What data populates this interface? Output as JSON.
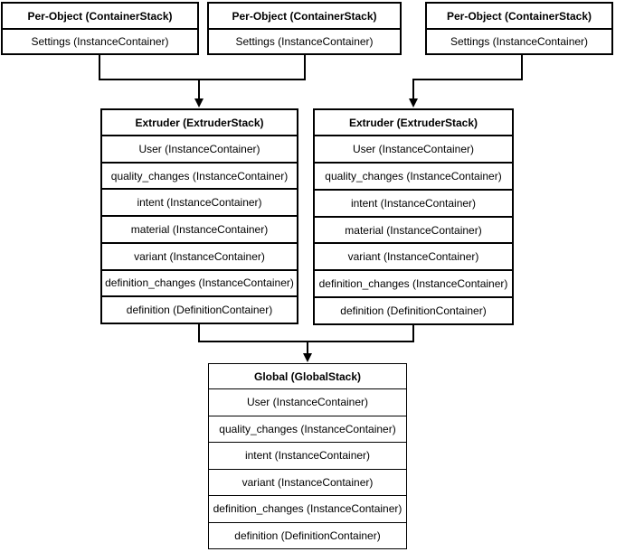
{
  "boxes": {
    "per_object_1": {
      "title": "Per-Object (ContainerStack)",
      "rows": [
        "Settings (InstanceContainer)"
      ]
    },
    "per_object_2": {
      "title": "Per-Object (ContainerStack)",
      "rows": [
        "Settings (InstanceContainer)"
      ]
    },
    "per_object_3": {
      "title": "Per-Object (ContainerStack)",
      "rows": [
        "Settings (InstanceContainer)"
      ]
    },
    "extruder_1": {
      "title": "Extruder (ExtruderStack)",
      "rows": [
        "User (InstanceContainer)",
        "quality_changes (InstanceContainer)",
        "intent (InstanceContainer)",
        "material (InstanceContainer)",
        "variant (InstanceContainer)",
        "definition_changes (InstanceContainer)",
        "definition (DefinitionContainer)"
      ]
    },
    "extruder_2": {
      "title": "Extruder (ExtruderStack)",
      "rows": [
        "User (InstanceContainer)",
        "quality_changes (InstanceContainer)",
        "intent (InstanceContainer)",
        "material (InstanceContainer)",
        "variant (InstanceContainer)",
        "definition_changes (InstanceContainer)",
        "definition (DefinitionContainer)"
      ]
    },
    "global_stack": {
      "title": "Global (GlobalStack)",
      "rows": [
        "User (InstanceContainer)",
        "quality_changes (InstanceContainer)",
        "intent (InstanceContainer)",
        "variant (InstanceContainer)",
        "definition_changes (InstanceContainer)",
        "definition (DefinitionContainer)"
      ]
    }
  },
  "colors": {
    "line": "#000000",
    "background": "#ffffff",
    "text": "#000000"
  }
}
